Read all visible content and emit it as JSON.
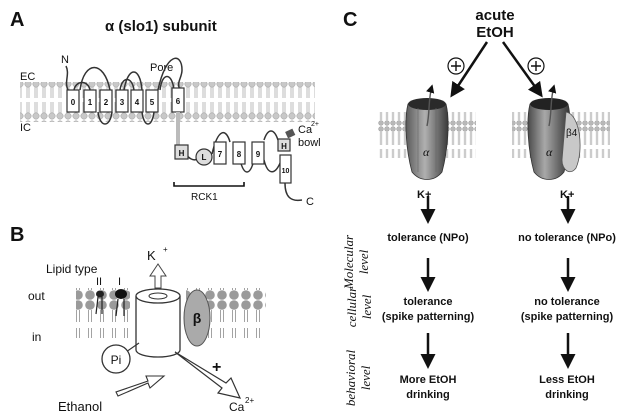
{
  "panels": {
    "a": {
      "letter": "A",
      "title": "α (slo1) subunit",
      "n_terminal": "N",
      "c_terminal": "C",
      "ec": "EC",
      "ic": "IC",
      "pore": "Pore",
      "segments": [
        "0",
        "1",
        "2",
        "3",
        "4",
        "5",
        "6",
        "7",
        "8",
        "9",
        "10"
      ],
      "domain_h": "H",
      "domain_l": "L",
      "domain_h2": "H",
      "rck1": "RCK1",
      "ca_bowl": "Ca",
      "ca_bowl_charge": "2+",
      "bowl": "bowl"
    },
    "b": {
      "letter": "B",
      "k_ion": "K",
      "k_charge": "+",
      "lipid_type": "Lipid type",
      "lipid_ii": "II",
      "lipid_i": "I",
      "out": "out",
      "in": "in",
      "beta": "β",
      "pi": "Pi",
      "ethanol": "Ethanol",
      "calcium": "Ca",
      "calcium_charge": "2+",
      "plus": "+"
    },
    "c": {
      "letter": "C",
      "acute_line1": "acute",
      "acute_line2": "EtOH",
      "alpha_left": "α",
      "alpha_right": "α",
      "beta4": "β4",
      "k_left": "K+",
      "k_right": "K+",
      "level_molecular_1": "Molecular",
      "level_molecular_2": "level",
      "level_cellular_1": "cellular",
      "level_cellular_2": "level",
      "level_behavioral_1": "behavioral",
      "level_behavioral_2": "level",
      "mol_left": "tolerance (NPo)",
      "mol_right": "no tolerance (NPo)",
      "cell_left_1": "tolerance",
      "cell_left_2": "(spike patterning)",
      "cell_right_1": "no tolerance",
      "cell_right_2": "(spike patterning)",
      "beh_left_1": "More EtOH",
      "beh_left_2": "drinking",
      "beh_right_1": "Less EtOH",
      "beh_right_2": "drinking"
    }
  }
}
